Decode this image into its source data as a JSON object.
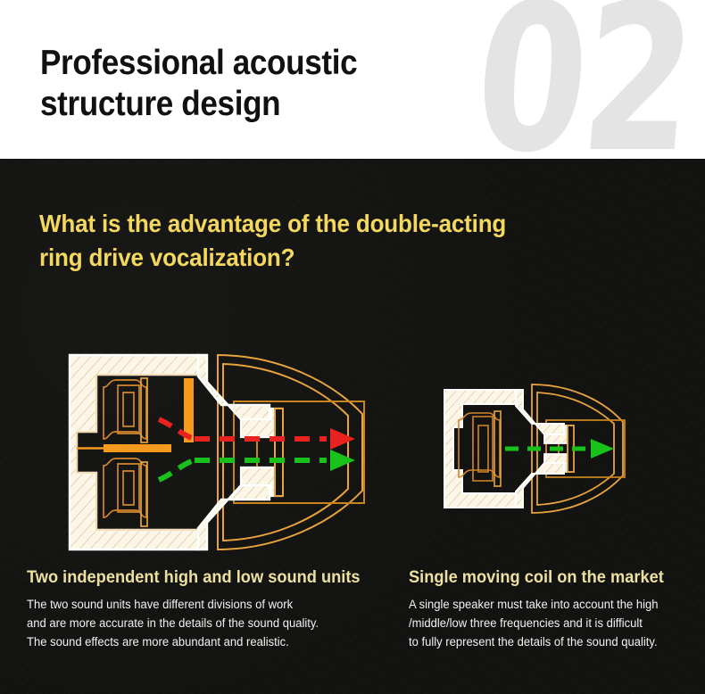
{
  "header": {
    "title": "Professional acoustic\nstructure design",
    "section_number": "02",
    "background_color": "#ffffff",
    "watermark_color": "#e4e4e4",
    "title_color": "#111111"
  },
  "panel": {
    "background_color": "#121210",
    "question": "What is the advantage of the double-acting\nring drive vocalization?",
    "question_color": "#f3d75e"
  },
  "diagrams": {
    "left": {
      "name": "dual-driver-earphone-cross-section",
      "drivers": 2,
      "arrows": [
        {
          "label": "high-frequency-path",
          "color": "#e8231f"
        },
        {
          "label": "low-frequency-path",
          "color": "#19c21a"
        }
      ],
      "outline_color": "#e8a33d",
      "accent_color": "#f59a1e",
      "hatch_fill": "#fdf6e6"
    },
    "right": {
      "name": "single-driver-earphone-cross-section",
      "drivers": 1,
      "arrows": [
        {
          "label": "full-range-path",
          "color": "#19c21a"
        }
      ],
      "outline_color": "#e8a33d",
      "accent_color": "#f59a1e",
      "hatch_fill": "#fdf6e6"
    }
  },
  "captions": {
    "left": {
      "title": "Two independent high and low sound units",
      "body": "The two sound units have different divisions of work\nand are more accurate in the details of the sound quality.\nThe sound effects are more abundant and realistic."
    },
    "right": {
      "title": "Single moving coil on the market",
      "body": "A single speaker must take into account the high\n/middle/low three frequencies and it is difficult\nto fully represent the details of the sound quality."
    }
  },
  "colors": {
    "accent_yellow": "#f3d75e",
    "caption_yellow": "#ece0a0",
    "body_white": "#f2f2f2",
    "red_arrow": "#e8231f",
    "green_arrow": "#19c21a",
    "orange_outline": "#e8a33d",
    "dark_bg": "#121210"
  }
}
